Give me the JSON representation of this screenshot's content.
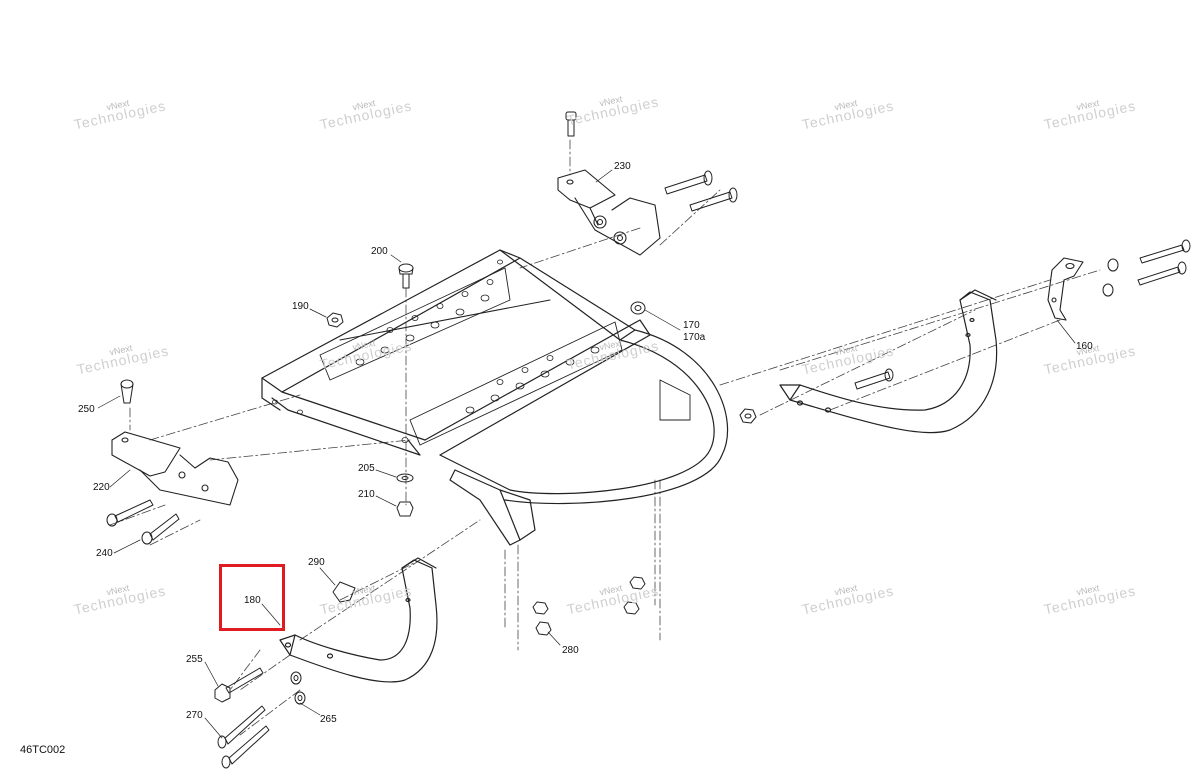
{
  "drawing_ref": "46TC002",
  "watermark": {
    "line1": "vNext",
    "line2": "Technologies"
  },
  "highlight_color": "#e11b22",
  "highlighted_part": "180",
  "labels": {
    "p230": "230",
    "p200": "200",
    "p190": "190",
    "p250": "250",
    "p220": "220",
    "p240": "240",
    "p205": "205",
    "p210": "210",
    "p170": "170",
    "p170a": "170a",
    "p160": "160",
    "p290": "290",
    "p180": "180",
    "p255": "255",
    "p270": "270",
    "p265": "265",
    "p280": "280"
  }
}
